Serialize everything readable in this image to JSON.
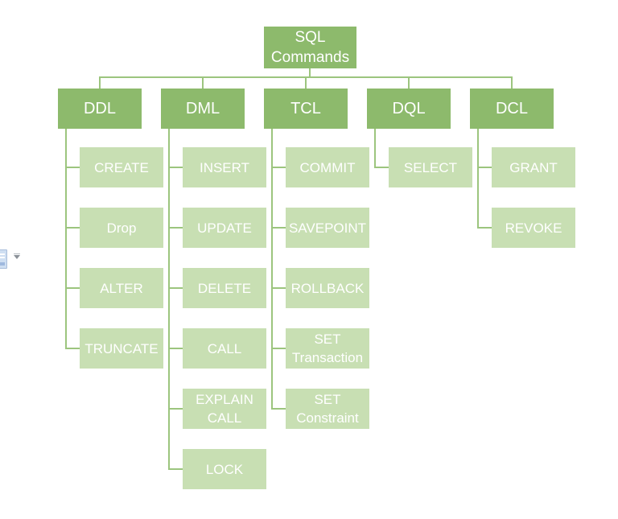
{
  "diagram": {
    "root": {
      "label": "SQL Commands"
    },
    "groups": [
      {
        "label": "DDL",
        "children": [
          "CREATE",
          "Drop",
          "ALTER",
          "TRUNCATE"
        ]
      },
      {
        "label": "DML",
        "children": [
          "INSERT",
          "UPDATE",
          "DELETE",
          "CALL",
          "EXPLAIN CALL",
          "LOCK"
        ]
      },
      {
        "label": "TCL",
        "children": [
          "COMMIT",
          "SAVEPOINT",
          "ROLLBACK",
          "SET Transaction",
          "SET Constraint"
        ]
      },
      {
        "label": "DQL",
        "children": [
          "SELECT"
        ]
      },
      {
        "label": "DCL",
        "children": [
          "GRANT",
          "REVOKE"
        ]
      }
    ],
    "colors": {
      "branch_fill": "#8dba6c",
      "leaf_fill": "#c8dfb3",
      "connector": "#9cc57e",
      "text": "#ffffff",
      "background": "#ffffff"
    }
  },
  "editor_artifacts": {
    "paste_options_icon": "paste-options-clipboard-icon",
    "dropdown_arrow_icon": "dropdown-arrow-icon"
  }
}
